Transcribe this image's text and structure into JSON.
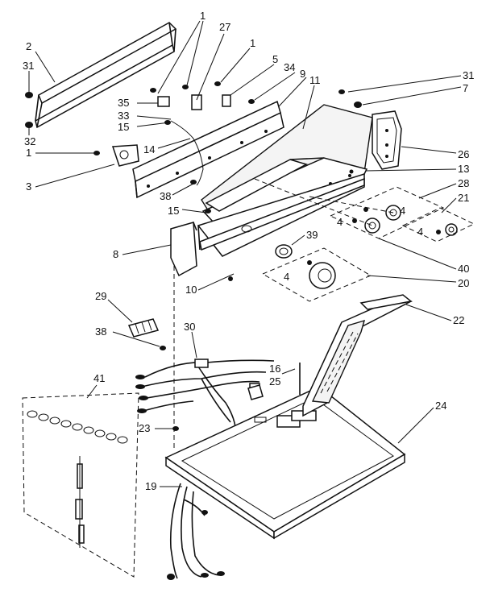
{
  "diagram": {
    "labels": {
      "p2": "2",
      "p31a": "31",
      "p32": "32",
      "p1a": "1",
      "p3": "3",
      "p1b": "1",
      "p27": "27",
      "p1c": "1",
      "p5": "5",
      "p34": "34",
      "p9": "9",
      "p11": "11",
      "p35": "35",
      "p33": "33",
      "p15a": "15",
      "p14": "14",
      "p38a": "38",
      "p15b": "15",
      "p31b": "31",
      "p7": "7",
      "p26": "26",
      "p13": "13",
      "p28": "28",
      "p21": "21",
      "p4a": "4",
      "p4b": "4",
      "p4c": "4",
      "p39": "39",
      "p4d": "4",
      "p40": "40",
      "p20": "20",
      "p8": "8",
      "p10": "10",
      "p29": "29",
      "p30": "30",
      "p38b": "38",
      "p22": "22",
      "p16": "16",
      "p25": "25",
      "p41": "41",
      "p23": "23",
      "p24": "24",
      "p19": "19"
    }
  }
}
